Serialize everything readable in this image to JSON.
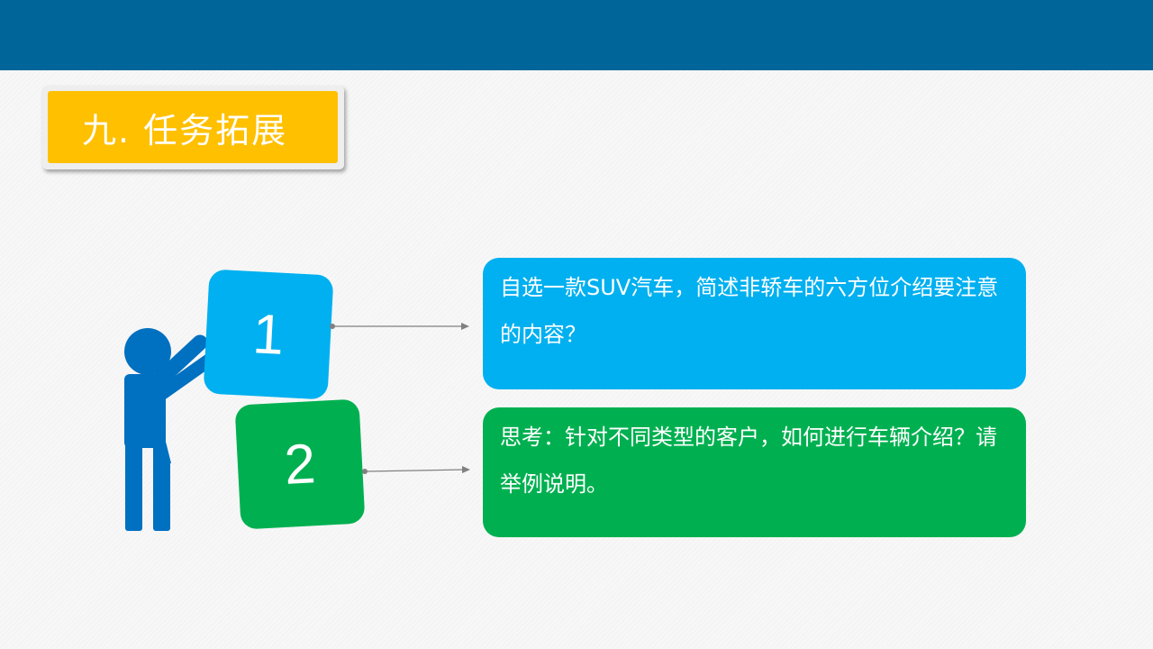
{
  "slide": {
    "title": "九. 任务拓展",
    "blocks": [
      {
        "label": "1",
        "color": "#00b0f0"
      },
      {
        "label": "2",
        "color": "#00b050"
      }
    ],
    "tasks": [
      {
        "text": "自选一款SUV汽车，简述非轿车的六方位介绍要注意的内容？",
        "color": "#00b0f0"
      },
      {
        "text": "思考：针对不同类型的客户，如何进行车辆介绍？请举例说明。",
        "color": "#00b050"
      }
    ]
  },
  "colors": {
    "header_bar": "#006699",
    "title_badge": "#ffc000",
    "figure": "#0070c0",
    "connector": "#808080"
  },
  "icons": {
    "figure": "person-pushing-blocks-icon"
  }
}
